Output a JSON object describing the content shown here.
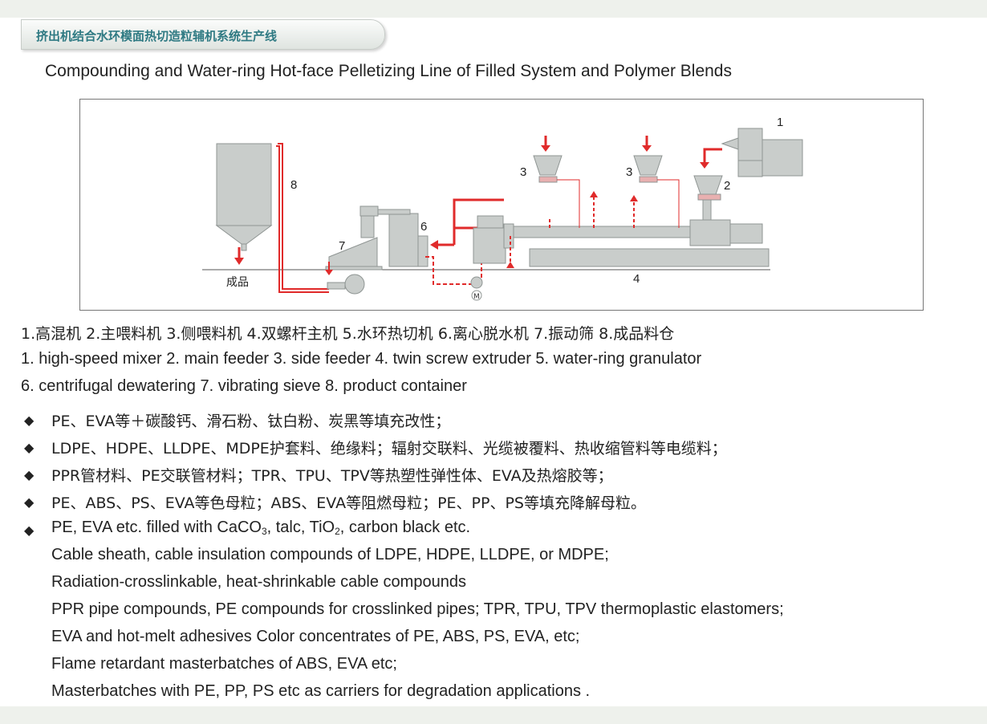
{
  "header": {
    "title_cn": "挤出机结合水环模面热切造粒辅机系统生产线"
  },
  "subtitle": "Compounding and Water-ring Hot-face Pelletizing Line of Filled System and Polymer Blends",
  "diagram": {
    "labels": {
      "n1": "1",
      "n2": "2",
      "n3a": "3",
      "n3b": "3",
      "n4": "4",
      "n6": "6",
      "n7": "7",
      "n8": "8",
      "product_cn": "成品",
      "motor": "M"
    },
    "colors": {
      "flow": "#e02b2b",
      "machine": "#c9cdcb",
      "machine_dark": "#8f9593",
      "frame": "#777777"
    }
  },
  "legend": {
    "cn": "1.高混机  2.主喂料机  3.侧喂料机  4.双螺杆主机  5.水环热切机  6.离心脱水机  7.振动筛  8.成品料仓",
    "en1": "1. high-speed mixer  2. main feeder  3. side feeder  4. twin screw extruder  5. water-ring granulator",
    "en2": "6. centrifugal dewatering  7. vibrating sieve   8. product container"
  },
  "bullets": {
    "symbol": "◆",
    "cn1": "PE、EVA等＋碳酸钙、滑石粉、钛白粉、炭黑等填充改性；",
    "cn2": "LDPE、HDPE、LLDPE、MDPE护套料、绝缘料；辐射交联料、光缆被覆料、热收缩管料等电缆料；",
    "cn3": "PPR管材料、PE交联管材料；TPR、TPU、TPV等热塑性弹性体、EVA及热熔胶等；",
    "cn4": "PE、ABS、PS、EVA等色母粒；ABS、EVA等阻燃母粒；PE、PP、PS等填充降解母粒。",
    "en_first": {
      "part1": "PE, EVA etc. filled with CaCO",
      "sub1": "3",
      "part2": ", talc, TiO",
      "sub2": "2",
      "part3": ", carbon black etc."
    },
    "en_lines": [
      "Cable sheath, cable insulation compounds of LDPE, HDPE, LLDPE, or MDPE;",
      "Radiation-crosslinkable, heat-shrinkable cable compounds",
      "PPR pipe compounds, PE compounds for crosslinked pipes; TPR, TPU, TPV thermoplastic elastomers;",
      "EVA and hot-melt adhesives  Color concentrates of PE, ABS, PS, EVA, etc;",
      "Flame retardant masterbatches of ABS, EVA etc;",
      "Masterbatches with PE, PP, PS etc as carriers for degradation applications ."
    ]
  }
}
